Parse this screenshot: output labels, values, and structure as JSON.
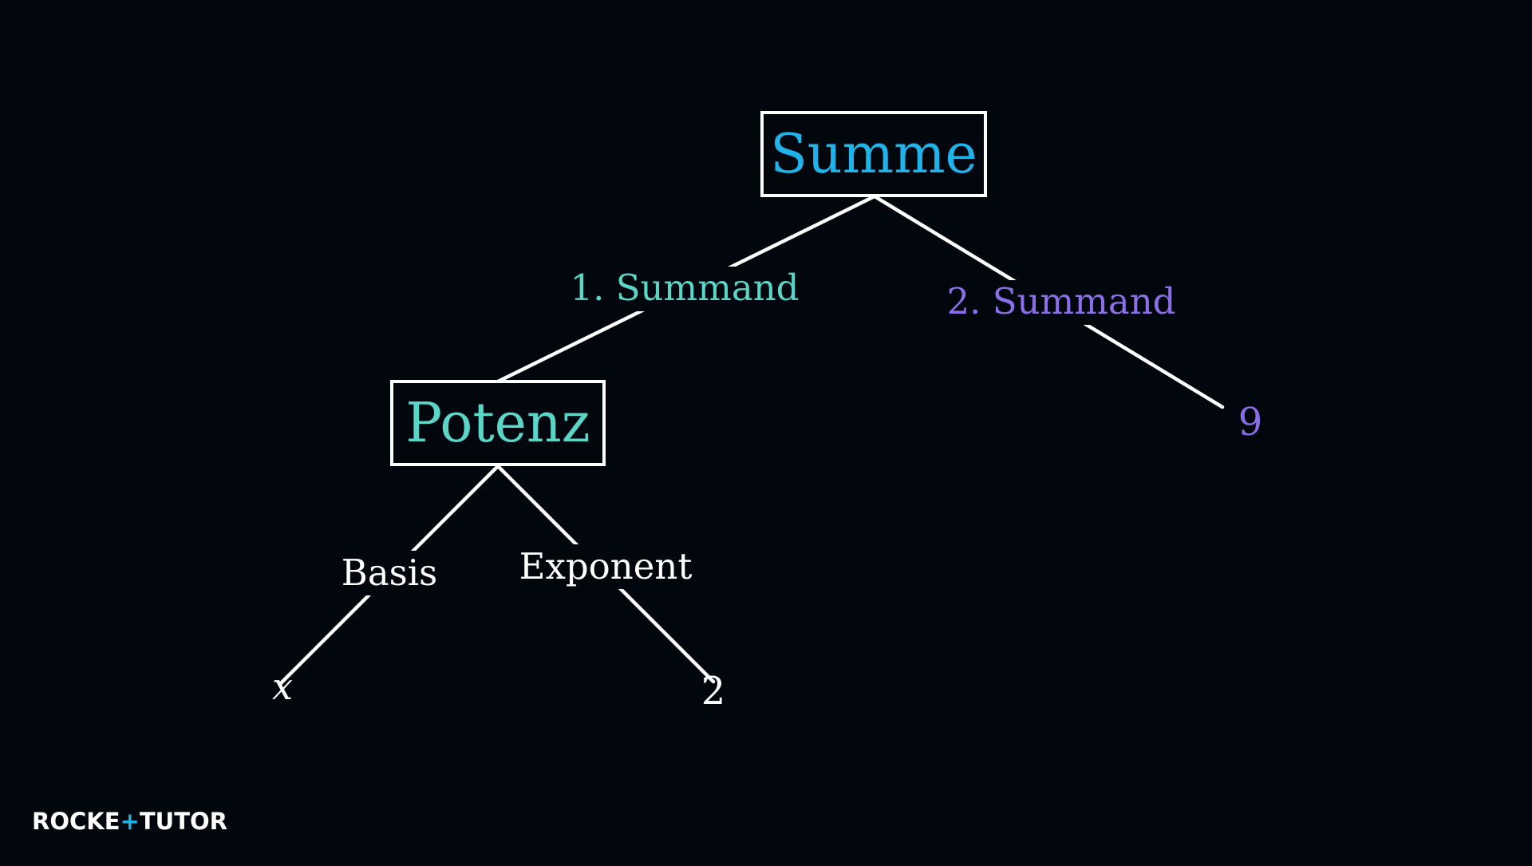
{
  "diagram": {
    "root": {
      "label": "Summe",
      "color": "#1fb3ea"
    },
    "left_node": {
      "label": "Potenz",
      "color": "#5ad6c8"
    },
    "edges": {
      "summand1": {
        "label": "1. Summand",
        "color": "#5ad6c8"
      },
      "summand2": {
        "label": "2. Summand",
        "color": "#8c6ee6"
      },
      "basis": {
        "label": "Basis",
        "color": "#ffffff"
      },
      "exponent": {
        "label": "Exponent",
        "color": "#ffffff"
      }
    },
    "leaves": {
      "x": {
        "label": "x",
        "color": "#ffffff"
      },
      "two": {
        "label": "2",
        "color": "#ffffff"
      },
      "nine": {
        "label": "9",
        "color": "#8c6ee6"
      }
    }
  },
  "logo": {
    "part1": "ROCKE",
    "plus": "+",
    "part2": "TUTO",
    "part3": "R",
    "accent_color": "#1fb3ea"
  }
}
